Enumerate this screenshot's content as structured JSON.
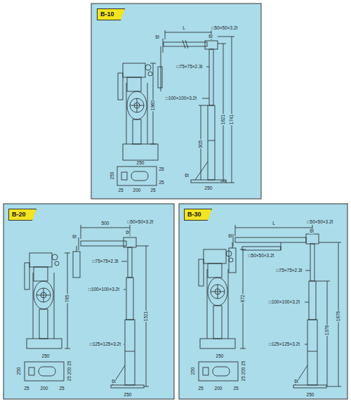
{
  "diagram": {
    "nodes": [
      {
        "text": [
          "B-10"
        ]
      },
      {
        "text": [
          "B-20"
        ]
      },
      {
        "text": [
          "B-30"
        ]
      }
    ],
    "labels": [
      "L",
      "6t",
      "□50×50×3.2t",
      "6t",
      "□75×75×2.3t",
      "1960",
      "1621",
      "1741",
      "905",
      "□100×100×3.2t",
      "250",
      "250",
      "25",
      "25",
      "25",
      "200",
      "25",
      "6t",
      "250",
      "500",
      "6t",
      "□50×50×3.2t",
      "6t",
      "□75×75×2.3t",
      "785",
      "□100×100×3.2t",
      "1521",
      "□125×125×3.2t",
      "250",
      "250",
      "25 200 25",
      "25",
      "200",
      "25",
      "6t",
      "250",
      "L",
      "6t",
      "□50×50×3.2t",
      "6t",
      "□50×50×3.2t",
      "□75×75×2.3t",
      "872",
      "□100×100×3.2t",
      "1376",
      "1676",
      "□125×125×3.2t",
      "250",
      "250",
      "25 200 25",
      "25",
      "200",
      "25",
      "6t",
      "250"
    ]
  }
}
